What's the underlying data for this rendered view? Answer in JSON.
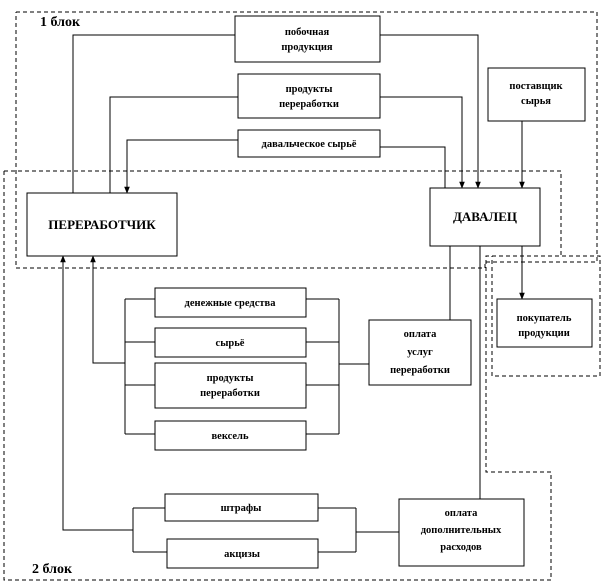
{
  "blocks": {
    "block1": "1 блок",
    "block2": "2 блок"
  },
  "nodes": {
    "processor": "ПЕРЕРАБОТЧИК",
    "client": "ДАВАЛЕЦ",
    "byproduct": [
      "побочная",
      "продукция"
    ],
    "processed_products": [
      "продукты",
      "переработки"
    ],
    "client_raw": [
      "давальческое сырьё"
    ],
    "supplier": [
      "поставщик",
      "сырья"
    ],
    "buyer": [
      "покупатель",
      "продукции"
    ],
    "money": [
      "денежные  средства"
    ],
    "raw": [
      "сырьё"
    ],
    "products": [
      "продукты",
      "переработки"
    ],
    "bill": [
      "вексель"
    ],
    "payment_services": [
      "оплата",
      "услуг",
      "переработки"
    ],
    "fines": [
      "штрафы"
    ],
    "excises": [
      "акцизы"
    ],
    "payment_extra": [
      "оплата",
      "дополнительных",
      "расходов"
    ]
  }
}
